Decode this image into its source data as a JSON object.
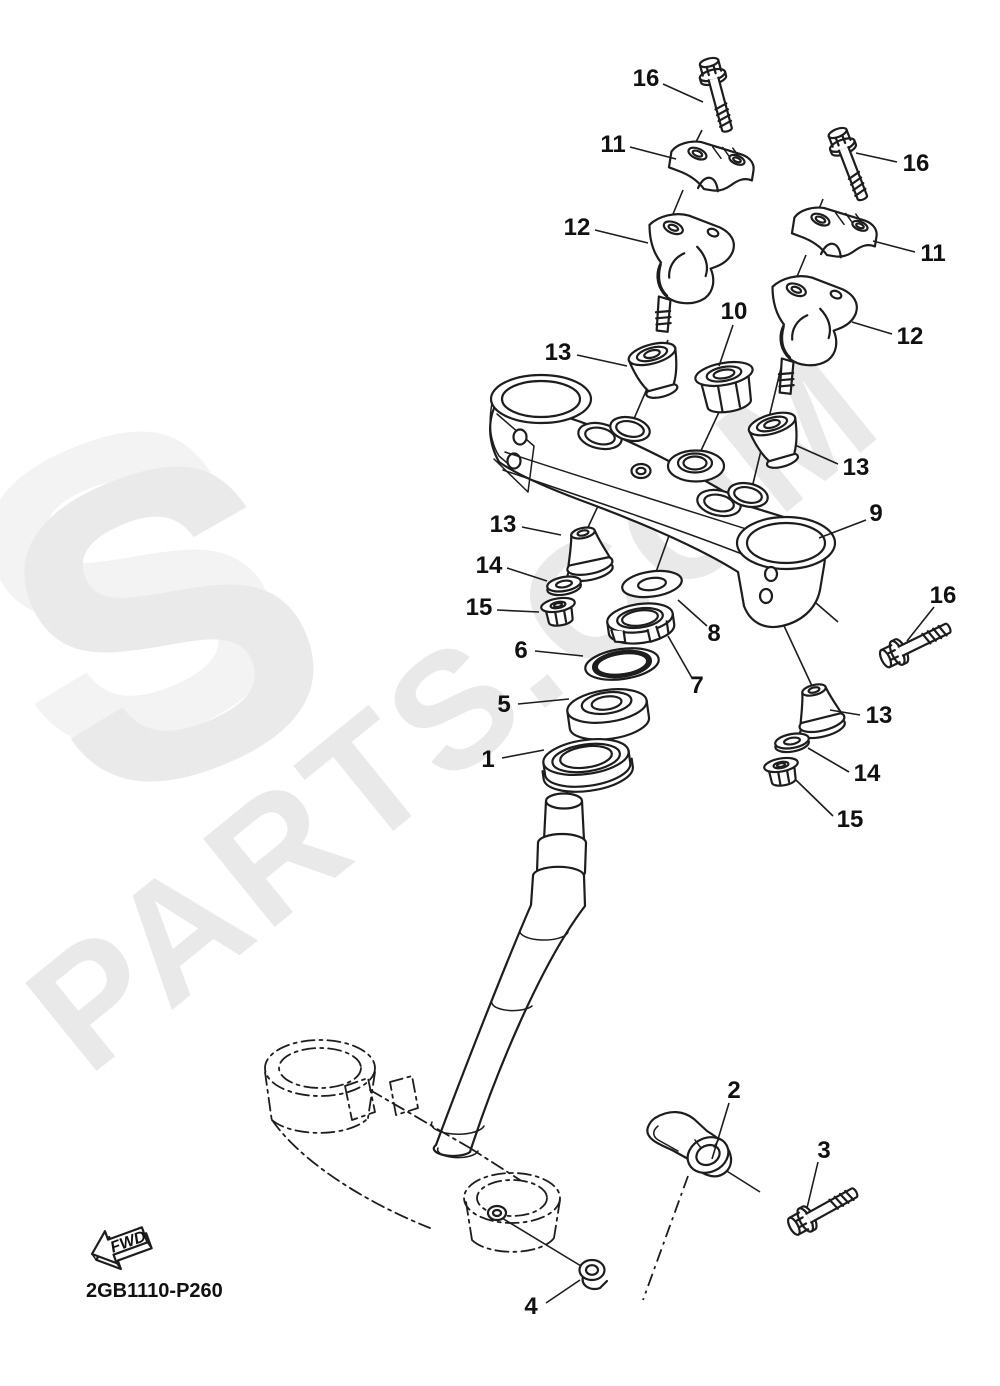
{
  "page": {
    "background": "#ffffff"
  },
  "watermark": {
    "text": "PARTS.COM",
    "logo_letter": "S",
    "text_color": "#e9e9e9",
    "logo_front_color": "#eaeaea",
    "logo_back_color": "#f3f3f3"
  },
  "colors": {
    "line": "#1d1d1d",
    "label": "#111111"
  },
  "diagram": {
    "title": "Steering exploded parts diagram",
    "part_code": "2GB1110-P260",
    "fwd_label": "FWD",
    "callouts": [
      {
        "ref": "16"
      },
      {
        "ref": "11"
      },
      {
        "ref": "16"
      },
      {
        "ref": "12"
      },
      {
        "ref": "11"
      },
      {
        "ref": "10"
      },
      {
        "ref": "12"
      },
      {
        "ref": "13"
      },
      {
        "ref": "13"
      },
      {
        "ref": "9"
      },
      {
        "ref": "13"
      },
      {
        "ref": "14"
      },
      {
        "ref": "15"
      },
      {
        "ref": "8"
      },
      {
        "ref": "6"
      },
      {
        "ref": "7"
      },
      {
        "ref": "5"
      },
      {
        "ref": "13"
      },
      {
        "ref": "1"
      },
      {
        "ref": "14"
      },
      {
        "ref": "15"
      },
      {
        "ref": "16"
      },
      {
        "ref": "2"
      },
      {
        "ref": "3"
      },
      {
        "ref": "4"
      }
    ]
  }
}
